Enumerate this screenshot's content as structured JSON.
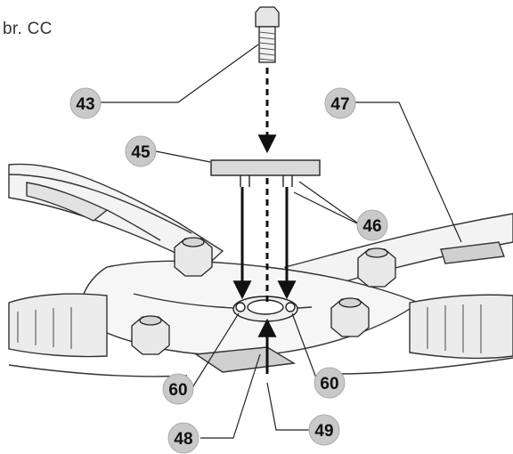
{
  "figure_ref": "br. CC",
  "callouts": {
    "c43": "43",
    "c45": "45",
    "c46": "46",
    "c47": "47",
    "c60_left": "60",
    "c60_right": "60",
    "c48": "48",
    "c49": "49"
  },
  "colors": {
    "callout_fill": "#c9c9c9",
    "line": "#222222",
    "part_fill": "#dcdcdc"
  }
}
